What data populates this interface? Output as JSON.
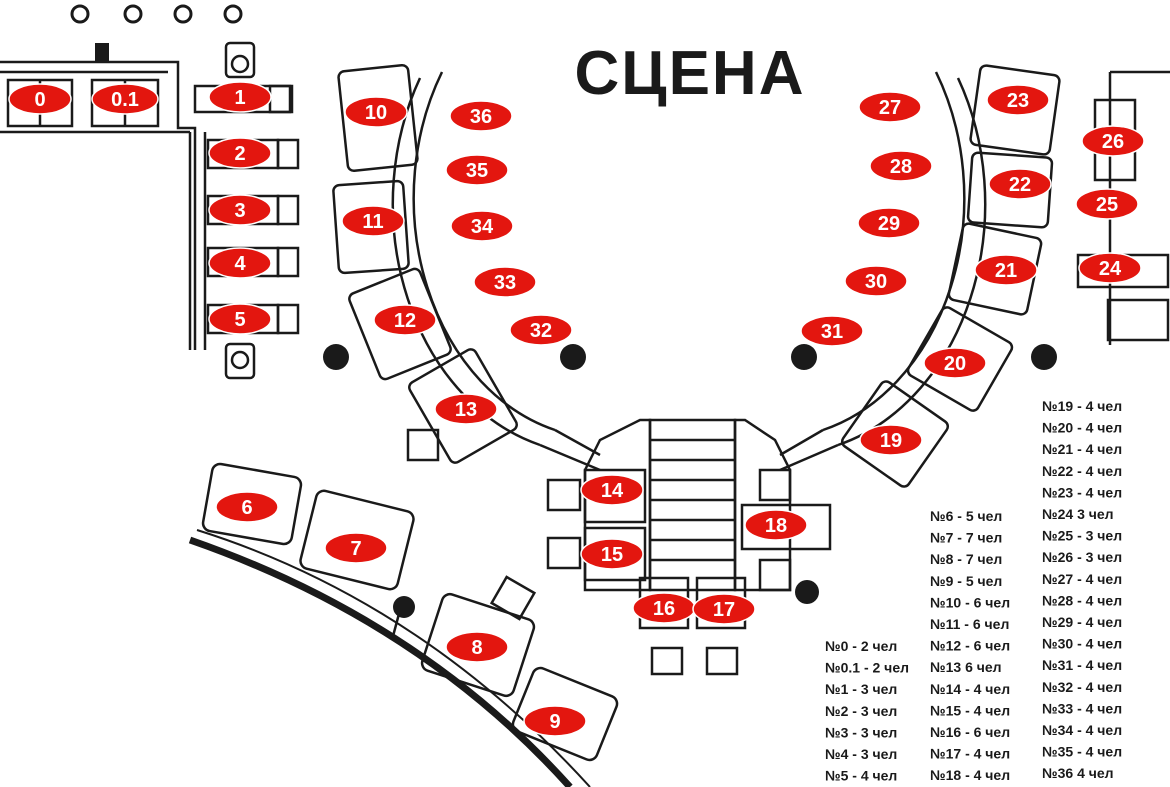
{
  "stage": {
    "label": "СЦЕНА"
  },
  "colors": {
    "badge": "#e3160f",
    "ink": "#1a1a1a",
    "badge_text": "#ffffff"
  },
  "tables": [
    {
      "id": "0",
      "label": "0"
    },
    {
      "id": "0.1",
      "label": "0.1"
    },
    {
      "id": "1",
      "label": "1"
    },
    {
      "id": "2",
      "label": "2"
    },
    {
      "id": "3",
      "label": "3"
    },
    {
      "id": "4",
      "label": "4"
    },
    {
      "id": "5",
      "label": "5"
    },
    {
      "id": "6",
      "label": "6"
    },
    {
      "id": "7",
      "label": "7"
    },
    {
      "id": "8",
      "label": "8"
    },
    {
      "id": "9",
      "label": "9"
    },
    {
      "id": "10",
      "label": "10"
    },
    {
      "id": "11",
      "label": "11"
    },
    {
      "id": "12",
      "label": "12"
    },
    {
      "id": "13",
      "label": "13"
    },
    {
      "id": "14",
      "label": "14"
    },
    {
      "id": "15",
      "label": "15"
    },
    {
      "id": "16",
      "label": "16"
    },
    {
      "id": "17",
      "label": "17"
    },
    {
      "id": "18",
      "label": "18"
    },
    {
      "id": "19",
      "label": "19"
    },
    {
      "id": "20",
      "label": "20"
    },
    {
      "id": "21",
      "label": "21"
    },
    {
      "id": "22",
      "label": "22"
    },
    {
      "id": "23",
      "label": "23"
    },
    {
      "id": "24",
      "label": "24"
    },
    {
      "id": "25",
      "label": "25"
    },
    {
      "id": "26",
      "label": "26"
    },
    {
      "id": "27",
      "label": "27"
    },
    {
      "id": "28",
      "label": "28"
    },
    {
      "id": "29",
      "label": "29"
    },
    {
      "id": "30",
      "label": "30"
    },
    {
      "id": "31",
      "label": "31"
    },
    {
      "id": "32",
      "label": "32"
    },
    {
      "id": "33",
      "label": "33"
    },
    {
      "id": "34",
      "label": "34"
    },
    {
      "id": "35",
      "label": "35"
    },
    {
      "id": "36",
      "label": "36"
    }
  ],
  "legend": {
    "col1": [
      "№0 - 2 чел",
      "№0.1 - 2 чел",
      "№1 - 3 чел",
      "№2 - 3 чел",
      "№3 - 3 чел",
      "№4 - 3 чел",
      "№5 - 4 чел"
    ],
    "col2": [
      "№6 - 5 чел",
      "№7 - 7 чел",
      "№8 - 7 чел",
      "№9 - 5 чел",
      "№10 - 6 чел",
      "№11 - 6 чел",
      "№12 - 6 чел",
      "№13  6 чел",
      "№14 - 4 чел",
      "№15 - 4 чел",
      "№16 - 6 чел",
      "№17 - 4 чел",
      "№18 - 4 чел"
    ],
    "col3": [
      "№19 - 4 чел",
      "№20 - 4 чел",
      "№21 - 4 чел",
      "№22 - 4 чел",
      "№23 - 4 чел",
      "№24  3 чел",
      "№25 - 3 чел",
      "№26 - 3 чел",
      "№27 - 4 чел",
      "№28 - 4 чел",
      "№29 - 4 чел",
      "№30 - 4 чел",
      "№31 - 4 чел",
      "№32 - 4 чел",
      "№33 - 4 чел",
      "№34 - 4 чел",
      "№35 - 4 чел",
      "№36  4 чел"
    ]
  }
}
